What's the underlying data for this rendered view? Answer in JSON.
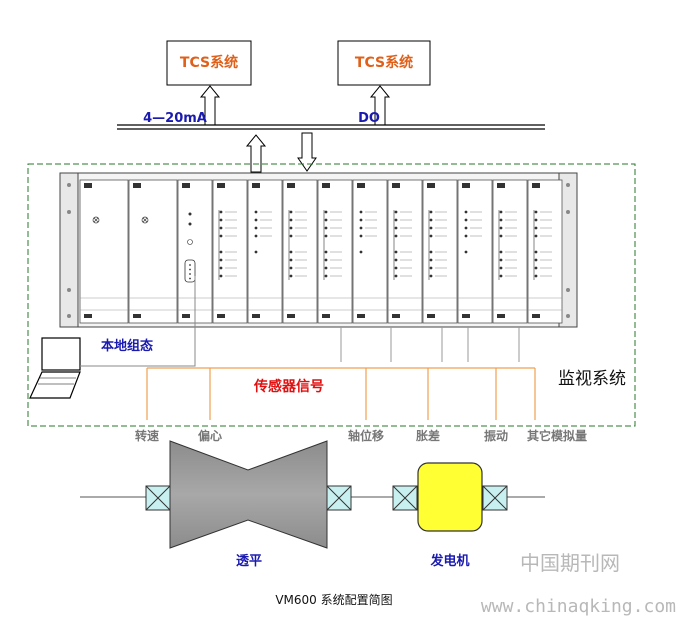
{
  "tcs_left": {
    "label": "TCS系统"
  },
  "tcs_right": {
    "label": "TCS系统"
  },
  "bus": {
    "analog_label": "4—20mA",
    "digital_label": "DO"
  },
  "laptop": {
    "label": "本地组态"
  },
  "monitor": {
    "label": "监视系统"
  },
  "sensor_bus": {
    "label": "传感器信号"
  },
  "signals": [
    "转速",
    "偏心",
    "轴位移",
    "胀差",
    "振动",
    "其它模拟量"
  ],
  "machines": {
    "turbine_label": "透平",
    "generator_label": "发电机"
  },
  "caption": "VM600 系统配置简图",
  "watermark": {
    "cn": "中国期刊网",
    "url": "www.chinaqking.com"
  },
  "colors": {
    "tcs_text": "#e0601a",
    "blue_text": "#1a1ab0",
    "sensor_text": "#e01010",
    "sensor_lines": "#f0a050",
    "generator_fill": "#ffff33",
    "coupling_fill": "#c8f0f0",
    "dashed_border": "#2a7a2a"
  }
}
